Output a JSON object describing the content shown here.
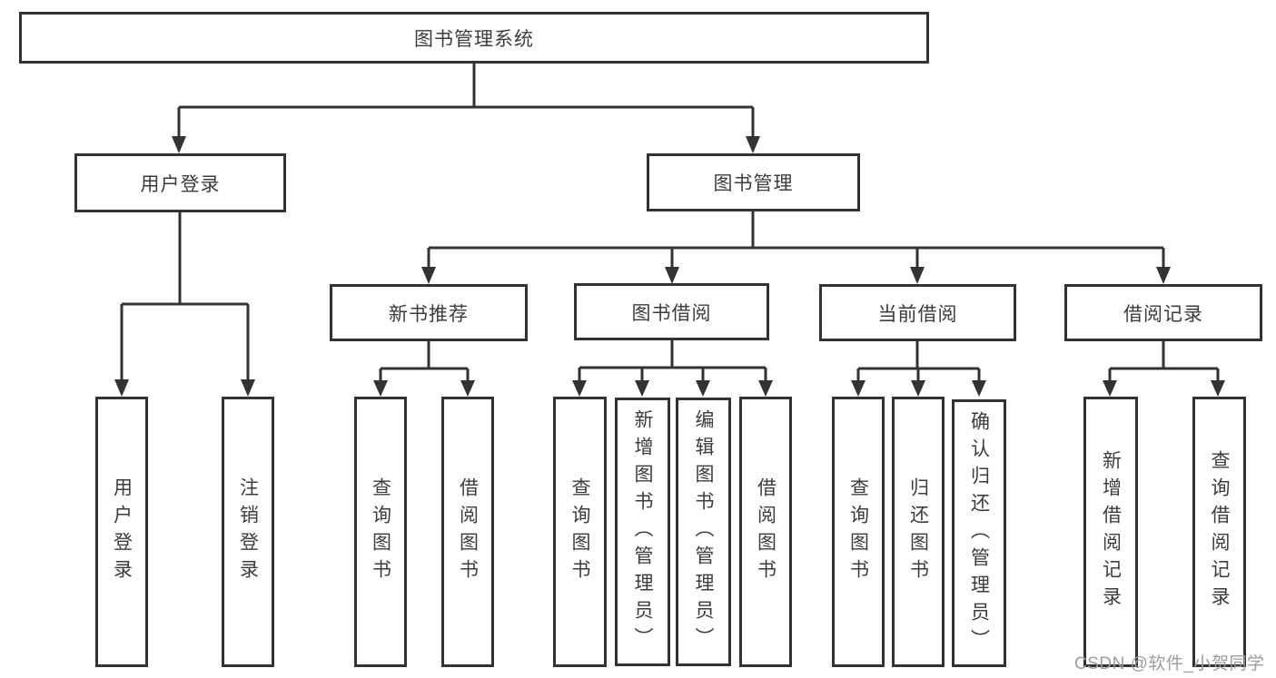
{
  "diagram": {
    "tree": {
      "root": {
        "label": "图书管理系统"
      },
      "branches": [
        {
          "label": "用户登录",
          "children": [
            {
              "label": "用户登录"
            },
            {
              "label": "注销登录"
            }
          ]
        },
        {
          "label": "图书管理",
          "children": [
            {
              "label": "新书推荐",
              "children": [
                {
                  "label": "查询图书"
                },
                {
                  "label": "借阅图书"
                }
              ]
            },
            {
              "label": "图书借阅",
              "children": [
                {
                  "label": "查询图书"
                },
                {
                  "label": "新增图书（管理员）"
                },
                {
                  "label": "编辑图书（管理员）"
                },
                {
                  "label": "借阅图书"
                }
              ]
            },
            {
              "label": "当前借阅",
              "children": [
                {
                  "label": "查询图书"
                },
                {
                  "label": "归还图书"
                },
                {
                  "label": "确认归还（管理员）"
                }
              ]
            },
            {
              "label": "借阅记录",
              "children": [
                {
                  "label": "新增借阅记录"
                },
                {
                  "label": "查询借阅记录"
                }
              ]
            }
          ]
        }
      ]
    },
    "colors": {
      "line": "#333333",
      "box_border": "#333333",
      "box_background": "#ffffff",
      "text": "#3c3c3c",
      "watermark": "#9c9c9c",
      "background": "#ffffff"
    }
  },
  "watermark": {
    "text": "CSDN @软件_小贺同学"
  }
}
